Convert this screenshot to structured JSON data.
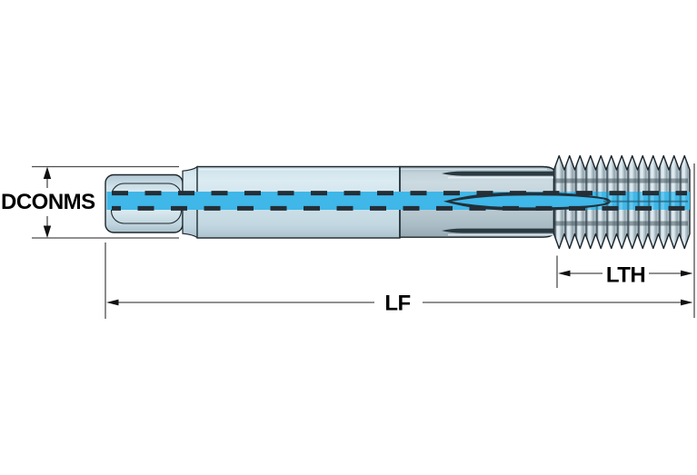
{
  "drawing": {
    "labels": {
      "shank_diameter": "DCONMS",
      "functional_length": "LF",
      "thread_length": "LTH"
    },
    "colors": {
      "highlight_blue": "#3fb7e8",
      "shank_light": "#cfe2ea",
      "neck_gray": "#b5c4cc",
      "centerline_dash": "#232e36",
      "outline_dark": "#1c262c",
      "dimension_line": "#4d4d4d",
      "background": "#ffffff"
    }
  }
}
